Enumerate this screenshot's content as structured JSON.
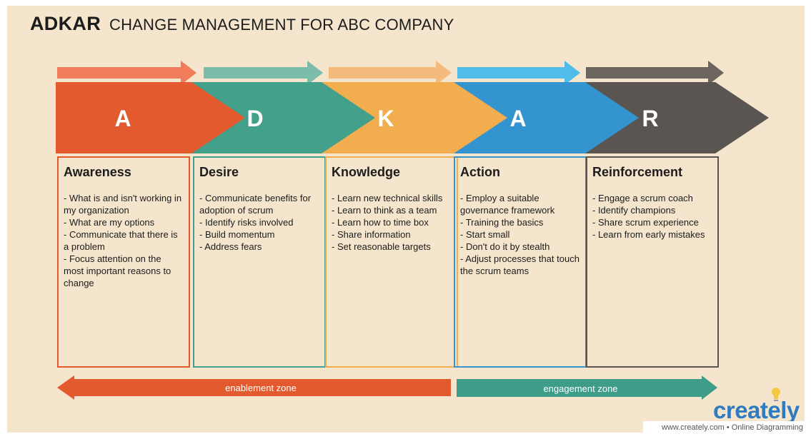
{
  "title": {
    "main": "ADKAR",
    "subtitle": "CHANGE MANAGEMENT FOR ABC COMPANY"
  },
  "stages": [
    {
      "letter": "A",
      "name": "Awareness",
      "color": "#e35a2e",
      "top_arrow_color": "#ef7d5b",
      "border_color": "#e35a2e",
      "items": [
        "- What is and isn't working in my organization",
        "- What are my options",
        "- Communicate that there is a problem",
        "- Focus attention on the most important reasons to change"
      ]
    },
    {
      "letter": "D",
      "name": "Desire",
      "color": "#43a08b",
      "top_arrow_color": "#7bbcab",
      "border_color": "#43a08b",
      "items": [
        "- Communicate benefits for adoption of scrum",
        "- Identify risks involved",
        "- Build momentum",
        "- Address fears"
      ]
    },
    {
      "letter": "K",
      "name": "Knowledge",
      "color": "#f2ad4f",
      "top_arrow_color": "#f4bb7c",
      "border_color": "#f2ad4f",
      "items": [
        "- Learn new technical skills",
        "- Learn to think as a team",
        "- Learn how to time box",
        "- Share information",
        "- Set reasonable targets"
      ]
    },
    {
      "letter": "A",
      "name": "Action",
      "color": "#3494d0",
      "top_arrow_color": "#4fbde8",
      "border_color": "#3494d0",
      "items": [
        "- Employ a suitable governance framework",
        "- Training the basics",
        "- Start small",
        "- Don't do it by stealth",
        "- Adjust processes that touch the scrum teams"
      ]
    },
    {
      "letter": "R",
      "name": "Reinforcement",
      "color": "#5a5550",
      "top_arrow_color": "#6b655e",
      "border_color": "#5a5550",
      "items": [
        "- Engage a scrum coach",
        "- Identify champions",
        "- Share scrum experience",
        "- Learn from early mistakes"
      ]
    }
  ],
  "zones": {
    "enablement": {
      "label": "enablement zone",
      "color": "#e35a2e"
    },
    "engagement": {
      "label": "engagement zone",
      "color": "#3f9c89"
    }
  },
  "branding": {
    "logo": "creately",
    "footer": "www.creately.com • Online Diagramming"
  }
}
